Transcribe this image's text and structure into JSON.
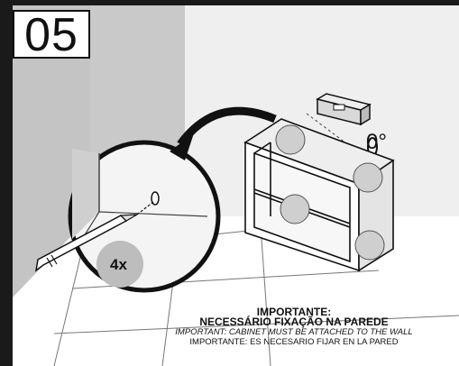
{
  "step": {
    "number": "05"
  },
  "marks": {
    "hole_count": "4x",
    "level_angle": "0°"
  },
  "caption": {
    "line1": "IMPORTANTE:",
    "line2": "NECESSÁRIO FIXAÇÃO NA PAREDE",
    "line3": "IMPORTANT: CABINET MUST BE ATTACHED TO THE WALL",
    "line4": "IMPORTANTE: ES NECESARIO FIJAR EN LA PARED"
  },
  "colors": {
    "wall_shade": "#c8c8c8",
    "wall_light": "#eeeeee",
    "floor": "#ffffff",
    "ink": "#111111",
    "badge": "#bdbdbd"
  },
  "icons": [
    "pencil-icon",
    "spirit-level-icon",
    "curved-arrow-icon"
  ]
}
